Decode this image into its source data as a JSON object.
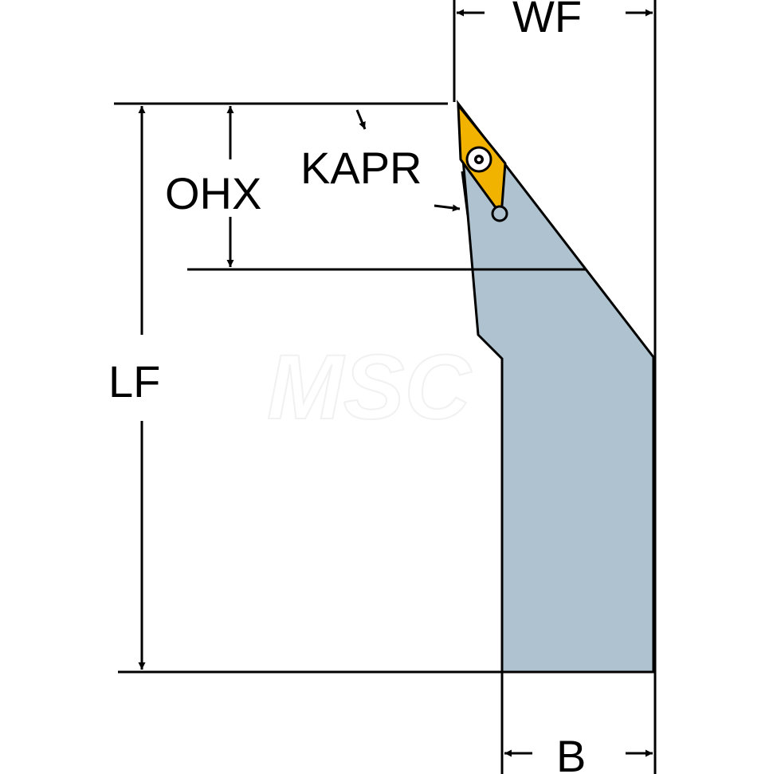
{
  "labels": {
    "wf": "WF",
    "kapr": "KAPR",
    "ohx": "OHX",
    "lf": "LF",
    "b": "B"
  },
  "watermark": "MSC",
  "colors": {
    "holder_body": "#aec2cf",
    "insert": "#f2b200",
    "line": "#000000",
    "background": "#ffffff"
  },
  "icons": {
    "insert_screw": "torx-screw-icon"
  }
}
